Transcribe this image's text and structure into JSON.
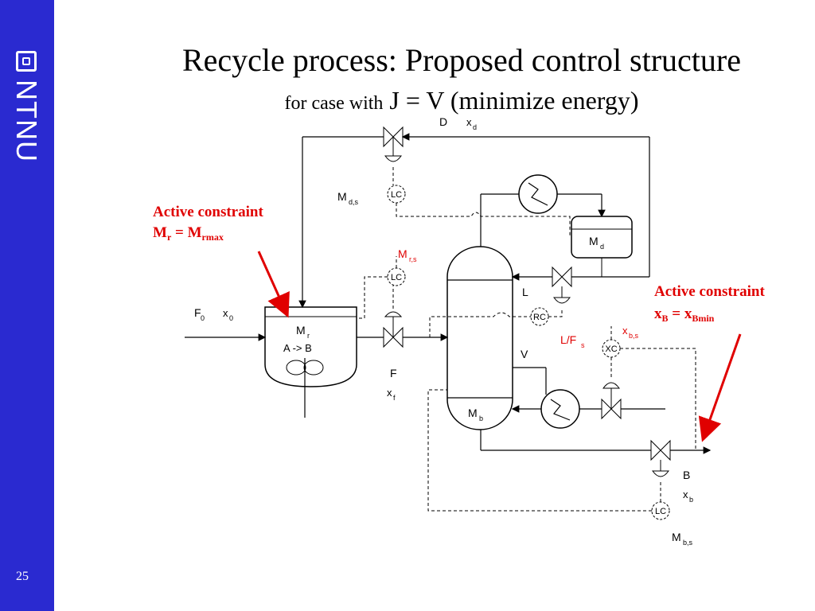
{
  "slide": {
    "title": "Recycle process: Proposed control structure",
    "subtitle_small": "for case with",
    "subtitle_main": "J = V (minimize energy)",
    "number": "25",
    "logo_text": "NTNU"
  },
  "annotations": {
    "left": {
      "line1": "Active constraint",
      "var": "M",
      "sub": "r",
      "eq": " = M",
      "sub2": "rmax"
    },
    "right": {
      "line1": "Active constraint",
      "var": "x",
      "sub": "B",
      "eq": " = x",
      "sub2": "Bmin"
    }
  },
  "labels": {
    "D": "D",
    "xd": "x",
    "xd_sub": "d",
    "Mds": "M",
    "Mds_sub": "d,s",
    "LC": "LC",
    "RC": "RC",
    "XC": "XC",
    "Md": "M",
    "Md_sub": "d",
    "Mrs": "M",
    "Mrs_sub": "r,s",
    "L": "L",
    "F0": "F",
    "F0_sub": "0",
    "x0": "x",
    "x0_sub": "0",
    "Mr": "M",
    "Mr_sub": "r",
    "rxn": "A -> B",
    "F": "F",
    "xf": "x",
    "xf_sub": "f",
    "LFs": "L/F",
    "LFs_sub": "s",
    "V": "V",
    "xbs": "x",
    "xbs_sub": "b,s",
    "Mb": "M",
    "Mb_sub": "b",
    "B": "B",
    "xb": "x",
    "xb_sub": "b",
    "Mbs": "M",
    "Mbs_sub": "b,s"
  },
  "colors": {
    "sidebar": "#2a2ad0",
    "accent": "#e00000"
  }
}
